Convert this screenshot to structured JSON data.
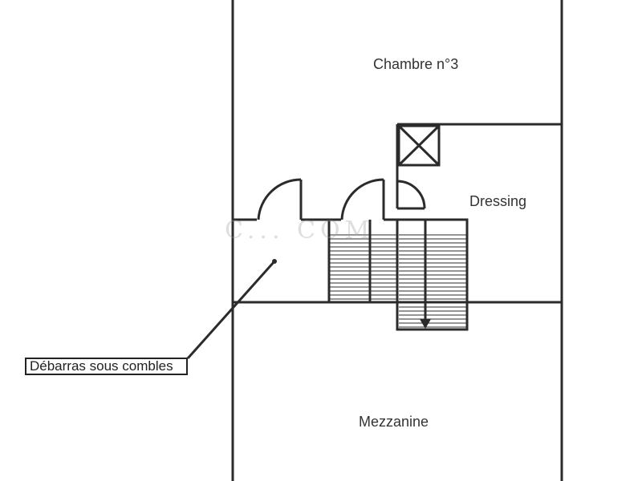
{
  "rooms": {
    "chambre": "Chambre n°3",
    "dressing": "Dressing",
    "mezzanine": "Mezzanine",
    "debarras": "Débarras sous combles"
  },
  "watermark": "C... COM",
  "colors": {
    "wall": "#2b2b2b",
    "background": "#ffffff",
    "text": "#333333"
  }
}
